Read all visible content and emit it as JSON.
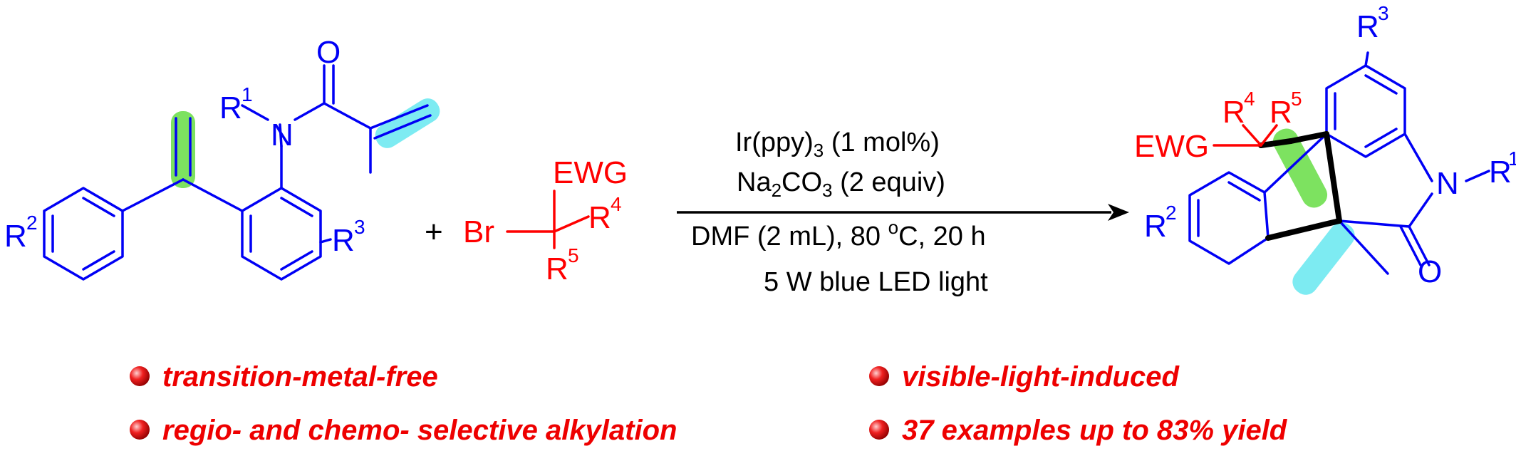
{
  "colors": {
    "structure": "#0000f5",
    "reagent": "#ff0000",
    "highlight_green": "#66dd44",
    "highlight_cyan": "#66e8f0",
    "bullet_text": "#ee0000"
  },
  "reactant1": {
    "atoms": {
      "oxygen": "O",
      "nitrogen": "N",
      "r1": "R",
      "r1_sup": "1",
      "r2": "R",
      "r2_sup": "2",
      "r3": "R",
      "r3_sup": "3"
    }
  },
  "plus_sign": "+",
  "reactant2": {
    "bromine": "Br",
    "ewg": "EWG",
    "r4": "R",
    "r4_sup": "4",
    "r5": "R",
    "r5_sup": "5"
  },
  "conditions": {
    "catalyst_main": "Ir(ppy)",
    "catalyst_sub": "3",
    "catalyst_load": " (1 mol%)",
    "base_pre": "Na",
    "base_sub1": "2",
    "base_mid": "CO",
    "base_sub2": "3",
    "base_post": " (2 equiv)",
    "solvent_pre": "DMF (2 mL), 80 ",
    "solvent_sup": "o",
    "solvent_post": "C, 20 h",
    "light": "5 W blue LED light"
  },
  "product": {
    "ewg": "EWG",
    "r4": "R",
    "r4_sup": "4",
    "r5": "R",
    "r5_sup": "5",
    "r3": "R",
    "r3_sup": "3",
    "r2": "R",
    "r2_sup": "2",
    "r1": "R",
    "r1_sup": "1",
    "nitrogen": "N",
    "oxygen": "O"
  },
  "features": [
    "transition-metal-free",
    "regio- and chemo- selective alkylation",
    "visible-light-induced",
    "37 examples up to 83% yield"
  ]
}
